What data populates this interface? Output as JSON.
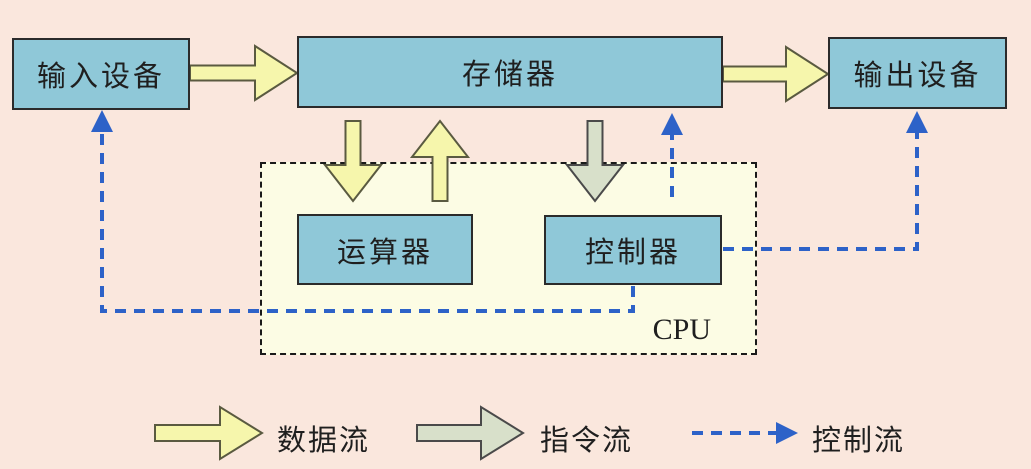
{
  "diagram": {
    "title_implicit": "computer-architecture-flow",
    "nodes": {
      "input": {
        "label": "输入设备"
      },
      "memory": {
        "label": "存储器"
      },
      "output": {
        "label": "输出设备"
      },
      "alu": {
        "label": "运算器"
      },
      "cu": {
        "label": "控制器"
      },
      "cpu": {
        "label": "CPU"
      }
    },
    "legend": [
      {
        "label": "数据流",
        "type": "data-flow"
      },
      {
        "label": "指令流",
        "type": "instruction-flow"
      },
      {
        "label": "控制流",
        "type": "control-flow"
      }
    ]
  },
  "colors": {
    "bg": "#fae7dd",
    "node-fill": "#8fc8d8",
    "node-border": "#2b2b2b",
    "cpu-fill": "#fcfce4",
    "cpu-border": "#1a1a1a",
    "data-arrow-fill": "#f6f6ac",
    "data-arrow-border": "#5a5a40",
    "instr-arrow-fill": "#d8e0ca",
    "instr-arrow-border": "#4a4a4a",
    "control-blue": "#2d62c8",
    "text": "#1f1f1f"
  }
}
